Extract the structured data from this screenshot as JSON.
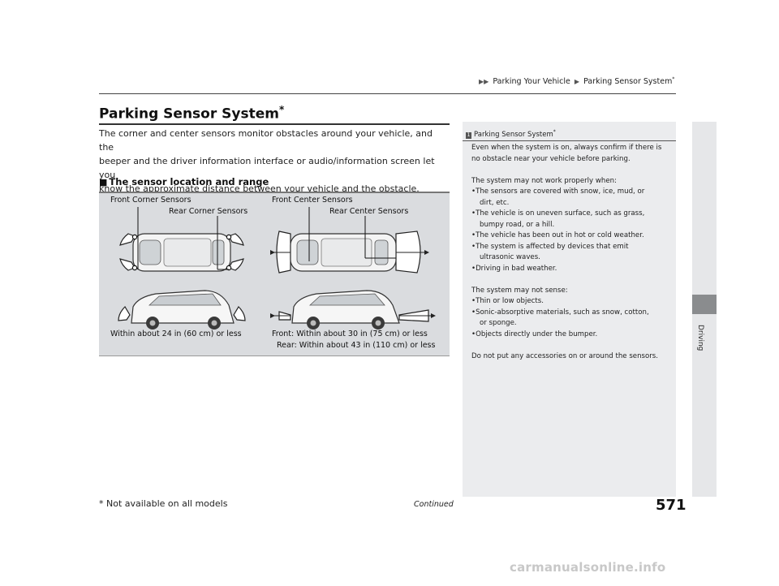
{
  "header": {
    "crumb_1": "Parking Your Vehicle",
    "crumb_2": "Parking Sensor System",
    "crumb_star": "*",
    "arrows": "▶▶"
  },
  "title": {
    "text": "Parking Sensor System",
    "star": "*"
  },
  "body": [
    "The corner and center sensors monitor obstacles around your vehicle, and the",
    "beeper and the driver information interface or audio/information screen let you",
    "know the approximate distance between your vehicle and the obstacle."
  ],
  "section": {
    "marker": "■",
    "text": "The sensor location and range"
  },
  "figure": {
    "front_corner": "Front Corner Sensors",
    "rear_corner": "Rear Corner Sensors",
    "front_center": "Front Center Sensors",
    "rear_center": "Rear Center Sensors",
    "corner_range": "Within about 24 in (60 cm) or less",
    "center_front_range": "Front: Within about 30 in (75 cm) or less",
    "center_rear_range": "Rear: Within about 43 in (110 cm) or less"
  },
  "notes": {
    "number": "1",
    "heading": "Parking Sensor System",
    "heading_star": "*",
    "lines": [
      {
        "t": "Even when the system is on, always confirm if there is",
        "c": ""
      },
      {
        "t": "no obstacle near your vehicle before parking.",
        "c": ""
      },
      {
        "t": "",
        "c": "gap"
      },
      {
        "t": "The system may not work properly when:",
        "c": ""
      },
      {
        "t": "•The sensors are covered with snow, ice, mud, or",
        "c": ""
      },
      {
        "t": "dirt, etc.",
        "c": "ind"
      },
      {
        "t": "•The vehicle is on uneven surface, such as grass,",
        "c": ""
      },
      {
        "t": "bumpy road, or a hill.",
        "c": "ind"
      },
      {
        "t": "•The vehicle has been out in hot or cold weather.",
        "c": ""
      },
      {
        "t": "•The system is affected by devices that emit",
        "c": ""
      },
      {
        "t": "ultrasonic waves.",
        "c": "ind"
      },
      {
        "t": "•Driving in bad weather.",
        "c": ""
      },
      {
        "t": "",
        "c": "gap"
      },
      {
        "t": "The system may not sense:",
        "c": ""
      },
      {
        "t": "•Thin or low objects.",
        "c": ""
      },
      {
        "t": "•Sonic-absorptive materials, such as snow, cotton,",
        "c": ""
      },
      {
        "t": "or sponge.",
        "c": "ind"
      },
      {
        "t": "•Objects directly under the bumper.",
        "c": ""
      },
      {
        "t": "",
        "c": "gap"
      },
      {
        "t": "Do not put any accessories on or around the sensors.",
        "c": ""
      }
    ]
  },
  "tab": {
    "label": "Driving"
  },
  "footer": {
    "continued": "Continued",
    "footnote": "* Not available on all models",
    "page_number": "571"
  },
  "watermark": "carmanualsonline.info",
  "colors": {
    "figure_bg": "#dadcdf",
    "panel_bg": "#ebecee",
    "tab_dark": "#8a8c8e"
  }
}
